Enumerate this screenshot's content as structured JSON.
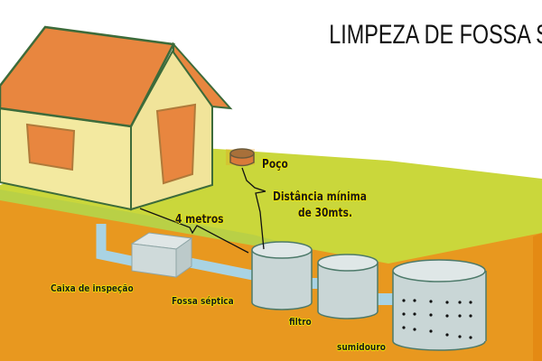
{
  "title": "LIMPEZA DE FOSSA SÉPTICA",
  "labels": {
    "poco": "Poço",
    "distancia_line1": "Distância mínima",
    "distancia_line2": "de 30mts.",
    "quatro_metros": "4 metros",
    "caixa": "Caixa de inspeção",
    "fossa": "Fossa séptica",
    "filtro": "filtro",
    "sumidouro": "sumidouro"
  },
  "colors": {
    "roof": "#e8863f",
    "wall": "#f3e9a0",
    "outline": "#3d6b3a",
    "grass": "#cbd93a",
    "soil": "#e89a1e",
    "tank": "#c9d6d6",
    "pipe": "#a9d3e3"
  }
}
